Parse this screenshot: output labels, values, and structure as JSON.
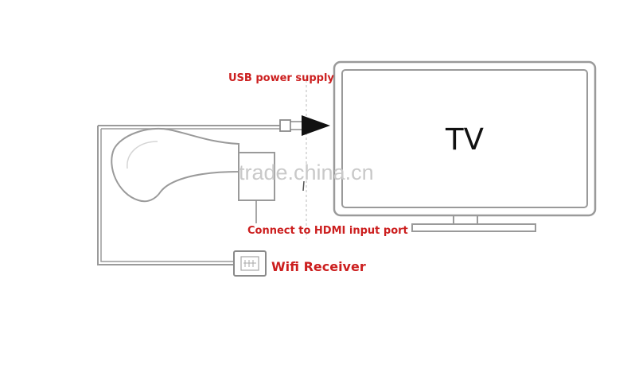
{
  "labels": {
    "usb_power": "USB power supply",
    "tv": "TV",
    "hdmi": "Connect to HDMI input port",
    "wifi": "Wifi Receiver"
  },
  "watermark": "trade.china.cn",
  "colors": {
    "label_red": "#cc1f1f",
    "outline": "#9a9a9a",
    "arrow": "#111111"
  }
}
